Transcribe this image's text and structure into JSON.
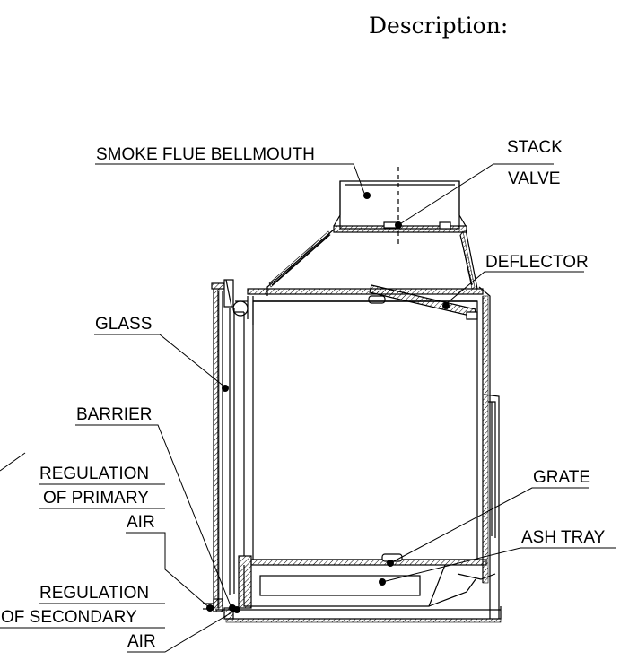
{
  "heading": "Description:",
  "labels": {
    "smoke_flue": "SMOKE FLUE BELLMOUTH",
    "stack_1": "STACK",
    "stack_2": "VALVE",
    "deflector": "DEFLECTOR",
    "glass": "GLASS",
    "barrier": "BARRIER",
    "primary_1": "REGULATION",
    "primary_2": "OF PRIMARY",
    "primary_3": "AIR",
    "grate": "GRATE",
    "ash_tray": "ASH TRAY",
    "secondary_1": "REGULATION",
    "secondary_2": "OF SECONDARY",
    "secondary_3": "AIR"
  },
  "colors": {
    "line": "#000000",
    "background": "#ffffff"
  }
}
